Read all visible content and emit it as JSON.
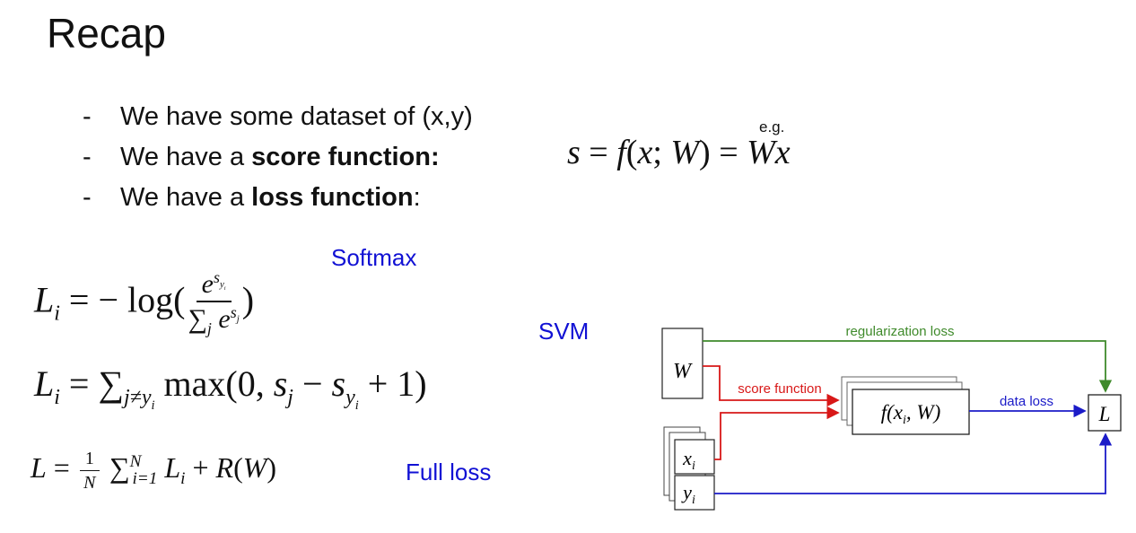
{
  "title": "Recap",
  "bullets": [
    {
      "dash": "-",
      "text": "We have some dataset of (x,y)",
      "bold": "",
      "suffix": ""
    },
    {
      "dash": "-",
      "text": "We have a ",
      "bold": "score function:",
      "suffix": ""
    },
    {
      "dash": "-",
      "text": "We have a ",
      "bold": "loss function",
      "suffix": ":"
    }
  ],
  "score_eq": {
    "lhs": "s",
    "f": "f",
    "x": "x",
    "W": "W",
    "eg": "e.g.",
    "rhs": "Wx"
  },
  "labels": {
    "softmax": "Softmax",
    "svm": "SVM",
    "full_loss": "Full loss"
  },
  "diagram": {
    "W": "W",
    "x_i": "x",
    "y_i": "y",
    "sub_i": "i",
    "f_box": "f(x",
    "f_box_tail": ", W)",
    "L": "L",
    "regularization_loss": "regularization loss",
    "score_function": "score function",
    "data_loss": "data loss"
  },
  "colors": {
    "regularization": "#3f8a2b",
    "score": "#d81818",
    "data": "#1b1bc8",
    "label_blue": "#1111d4"
  },
  "icons": {
    "arrows": "arrowhead"
  }
}
